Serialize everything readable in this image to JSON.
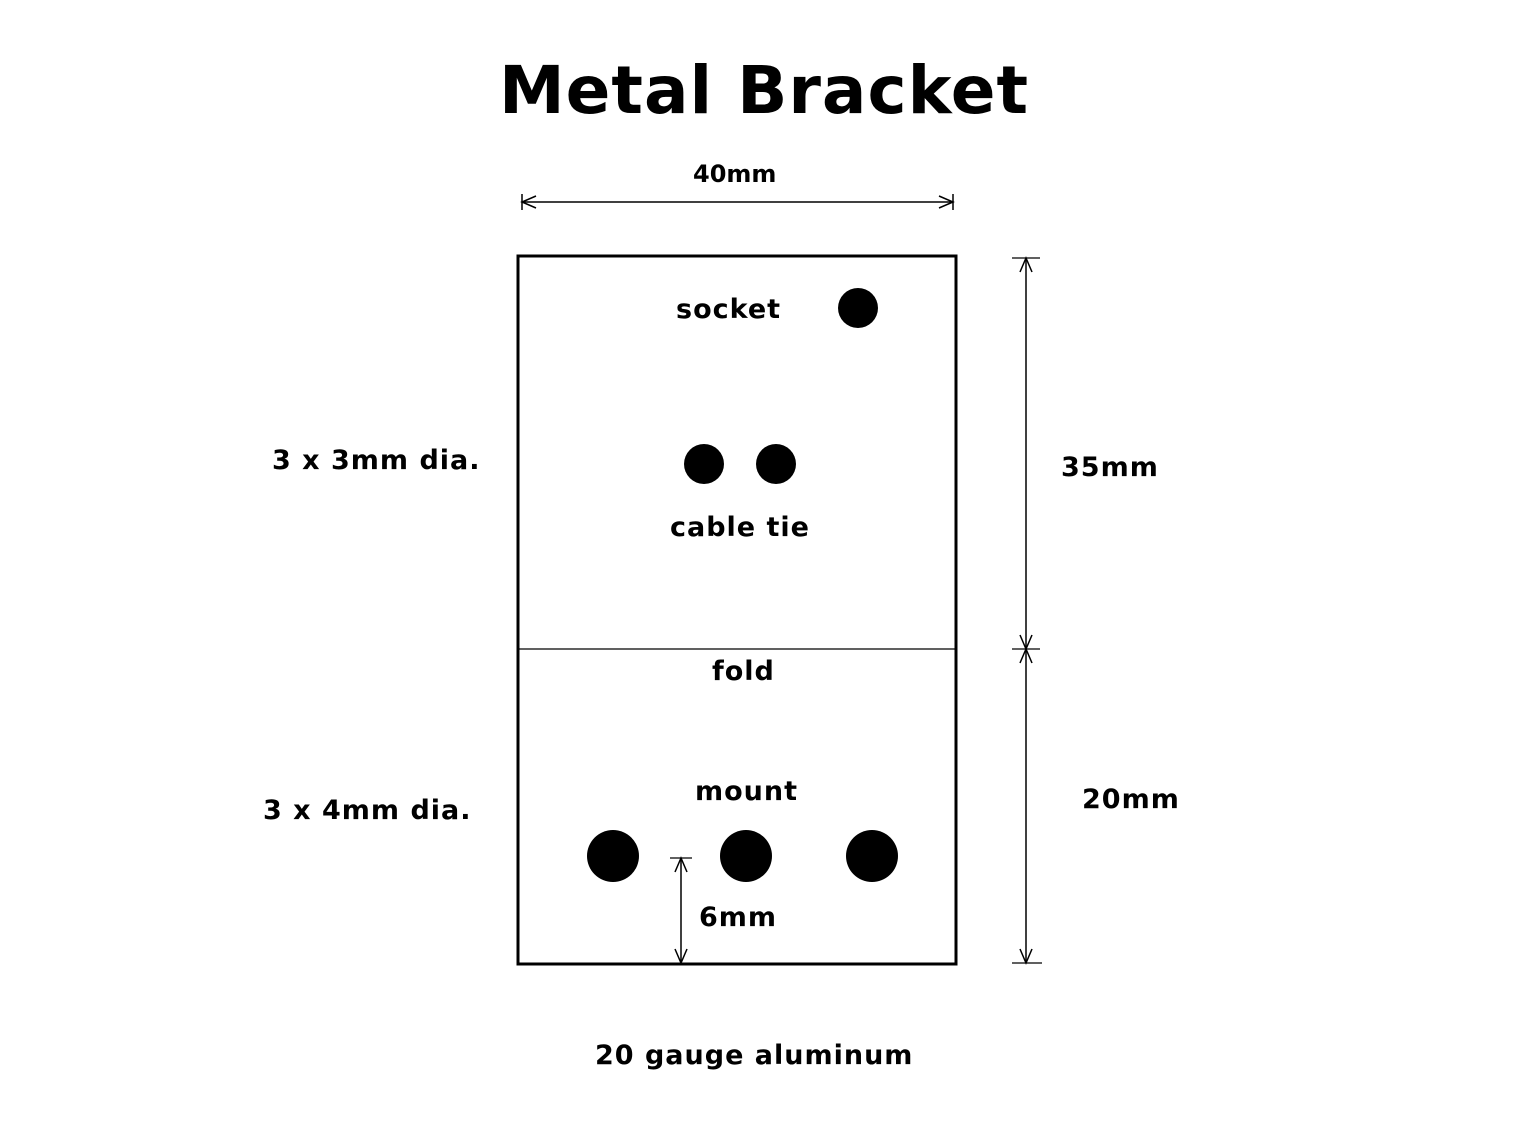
{
  "title": "Metal Bracket",
  "dimensions": {
    "width": "40mm",
    "upper_height": "35mm",
    "lower_height": "20mm",
    "hole_offset": "6mm"
  },
  "hole_notes": {
    "upper": "3 x 3mm dia.",
    "lower": "3 x 4mm dia."
  },
  "labels": {
    "socket": "socket",
    "cable_tie": "cable tie",
    "fold": "fold",
    "mount": "mount"
  },
  "material": "20 gauge aluminum",
  "colors": {
    "ink": "#000000",
    "background": "#ffffff"
  }
}
